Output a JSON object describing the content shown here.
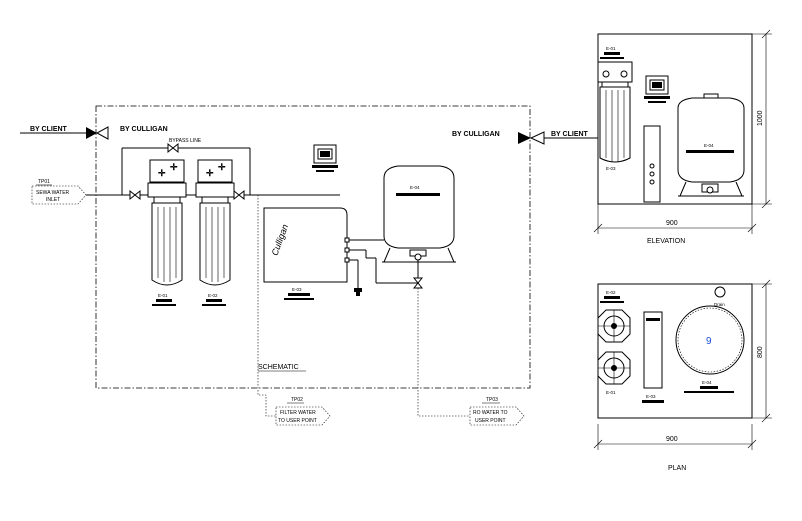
{
  "labels": {
    "by_client": "BY CLIENT",
    "by_culligan": "BY CULLIGAN",
    "bypass_line": "BYPASS LINE",
    "schematic": "SCHEMATIC",
    "elevation": "ELEVATION",
    "plan": "PLAN",
    "drain": "Drain"
  },
  "tags": {
    "tp01": "TP01",
    "tp02": "TP02",
    "tp03": "TP03",
    "e01": "E-01",
    "e02": "E-02",
    "e03": "E-03",
    "e04": "E-04",
    "elev_e01": "E-01",
    "elev_e03": "E-03",
    "elev_e04": "E-04",
    "plan_e02": "E-02",
    "plan_e01": "E-01",
    "plan_e03": "E-03",
    "plan_e04": "E-04"
  },
  "points": {
    "inlet_line1": "SEWA WATER",
    "inlet_line2": "INLET",
    "filter_line1": "FILTER WATER",
    "filter_line2": "TO USER POINT",
    "ro_line1": "RO WATER TO",
    "ro_line2": "USER POINT"
  },
  "dimensions": {
    "elev_height": "1000",
    "elev_width": "900",
    "plan_height": "800",
    "plan_width": "900",
    "tank_mark": "9"
  },
  "colors": {
    "line": "#000000",
    "accent": "#1a4fd6"
  }
}
